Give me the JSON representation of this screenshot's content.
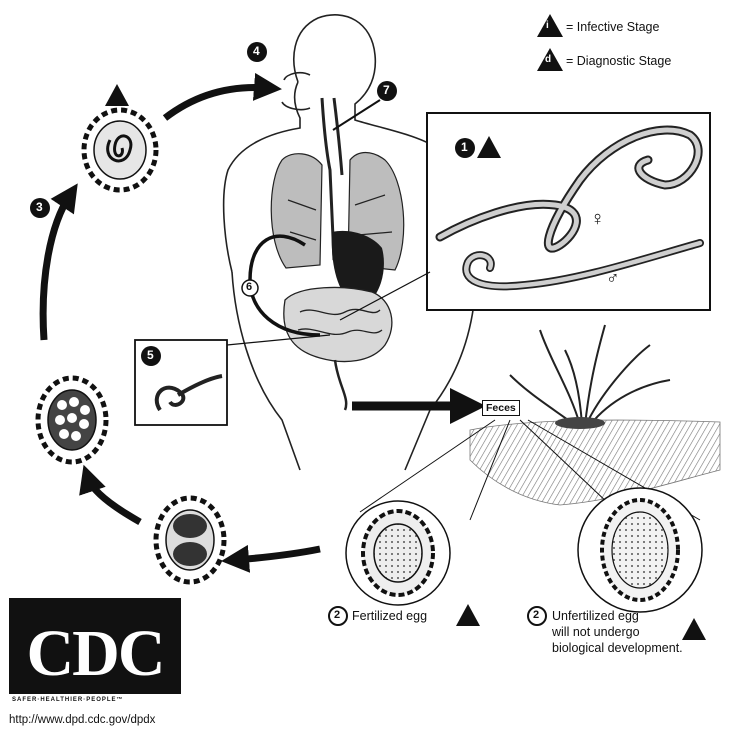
{
  "legend": {
    "infective_symbol": "i",
    "infective_label": "= Infective Stage",
    "diagnostic_symbol": "d",
    "diagnostic_label": "= Diagnostic Stage"
  },
  "steps": {
    "s1": "1",
    "s3": "3",
    "s4": "4",
    "s5": "5",
    "s6": "6",
    "s7": "7",
    "s2a": "2",
    "s2b": "2"
  },
  "sex_symbols": {
    "female": "♀",
    "male": "♂"
  },
  "feces_label": "Feces",
  "fertilized_egg_label": "Fertilized egg",
  "unfertilized_egg_label_line1": "Unfertilized egg",
  "unfertilized_egg_label_line2": "will not undergo",
  "unfertilized_egg_label_line3": "biological development.",
  "logo": {
    "text": "CDC",
    "tagline": "SAFER·HEALTHIER·PEOPLE™"
  },
  "url": "http://www.dpd.cdc.gov/dpdx"
}
